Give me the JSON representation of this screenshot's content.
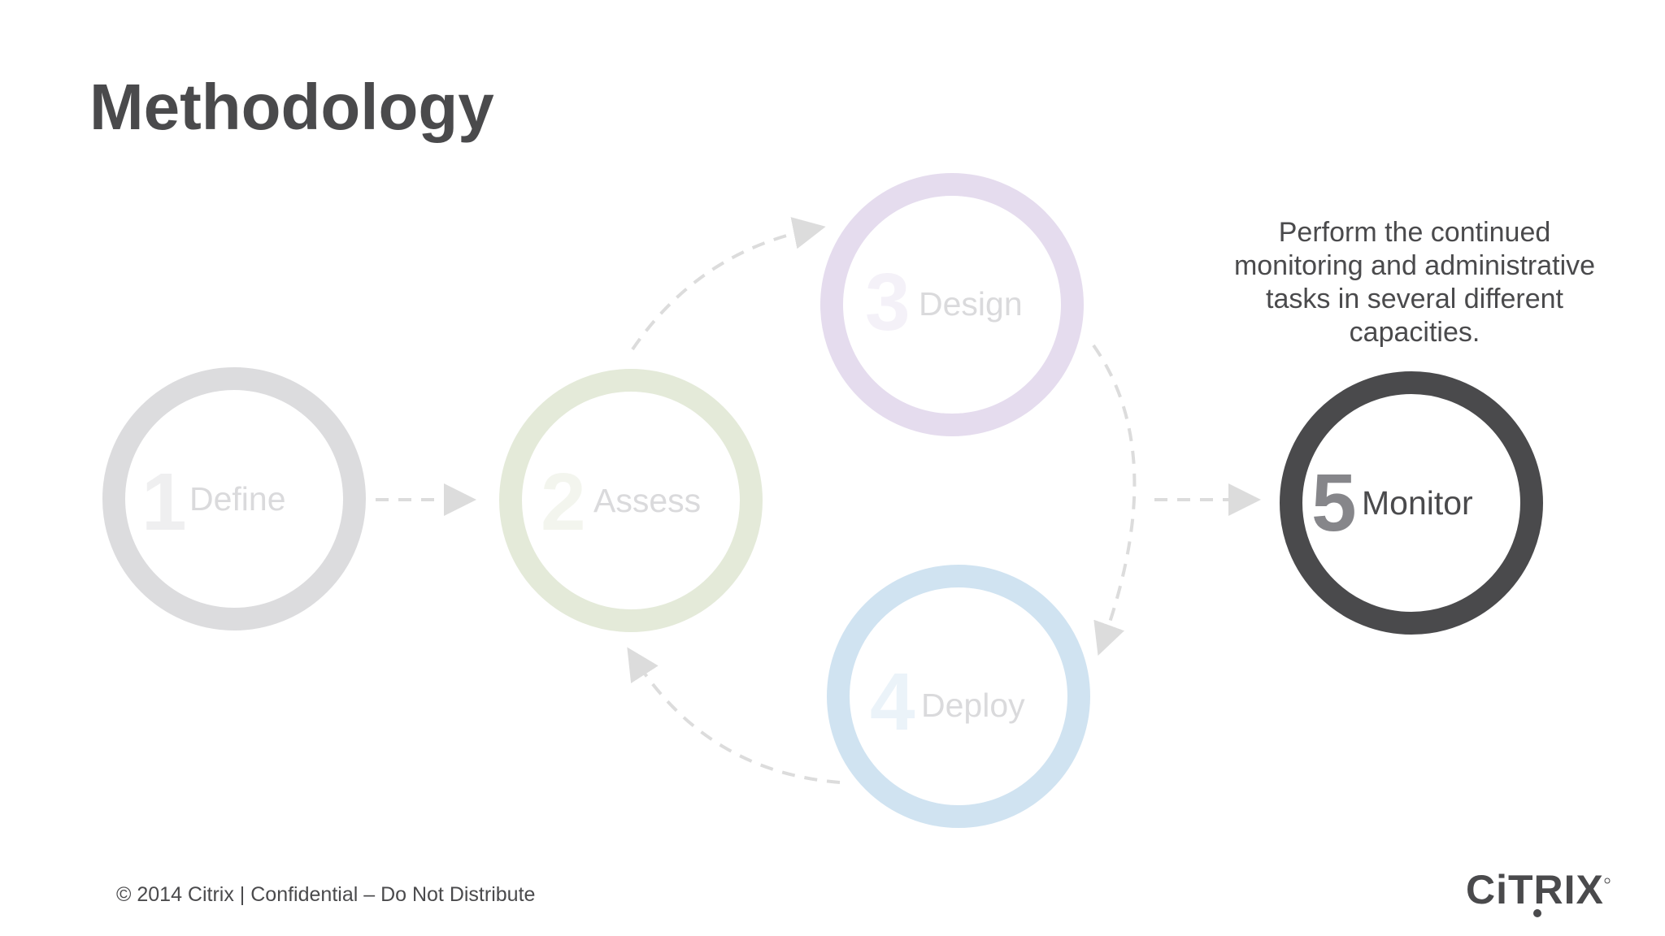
{
  "title": "Methodology",
  "steps": [
    {
      "number": "1",
      "label": "Define",
      "ring_color": "#dcdcde",
      "number_color": "#efeff0",
      "label_color": "#dadadc"
    },
    {
      "number": "2",
      "label": "Assess",
      "ring_color": "#e4ead9",
      "number_color": "#f3f5ee",
      "label_color": "#dadadc"
    },
    {
      "number": "3",
      "label": "Design",
      "ring_color": "#e5dcee",
      "number_color": "#f4f1f8",
      "label_color": "#dadadc"
    },
    {
      "number": "4",
      "label": "Deploy",
      "ring_color": "#d0e3f1",
      "number_color": "#ebf3f9",
      "label_color": "#dadadc"
    },
    {
      "number": "5",
      "label": "Monitor",
      "ring_color": "#4a4a4c",
      "number_color": "#86868a",
      "label_color": "#4a4a4c"
    }
  ],
  "active_description": "Perform the continued monitoring and administrative tasks in several different capacities.",
  "footer": "© 2014 Citrix | Confidential – Do Not Distribute",
  "logo_text": "CiTRIX",
  "colors": {
    "title": "#4a4a4c",
    "arrow": "#dcdcdc",
    "text": "#4a4a4c"
  }
}
